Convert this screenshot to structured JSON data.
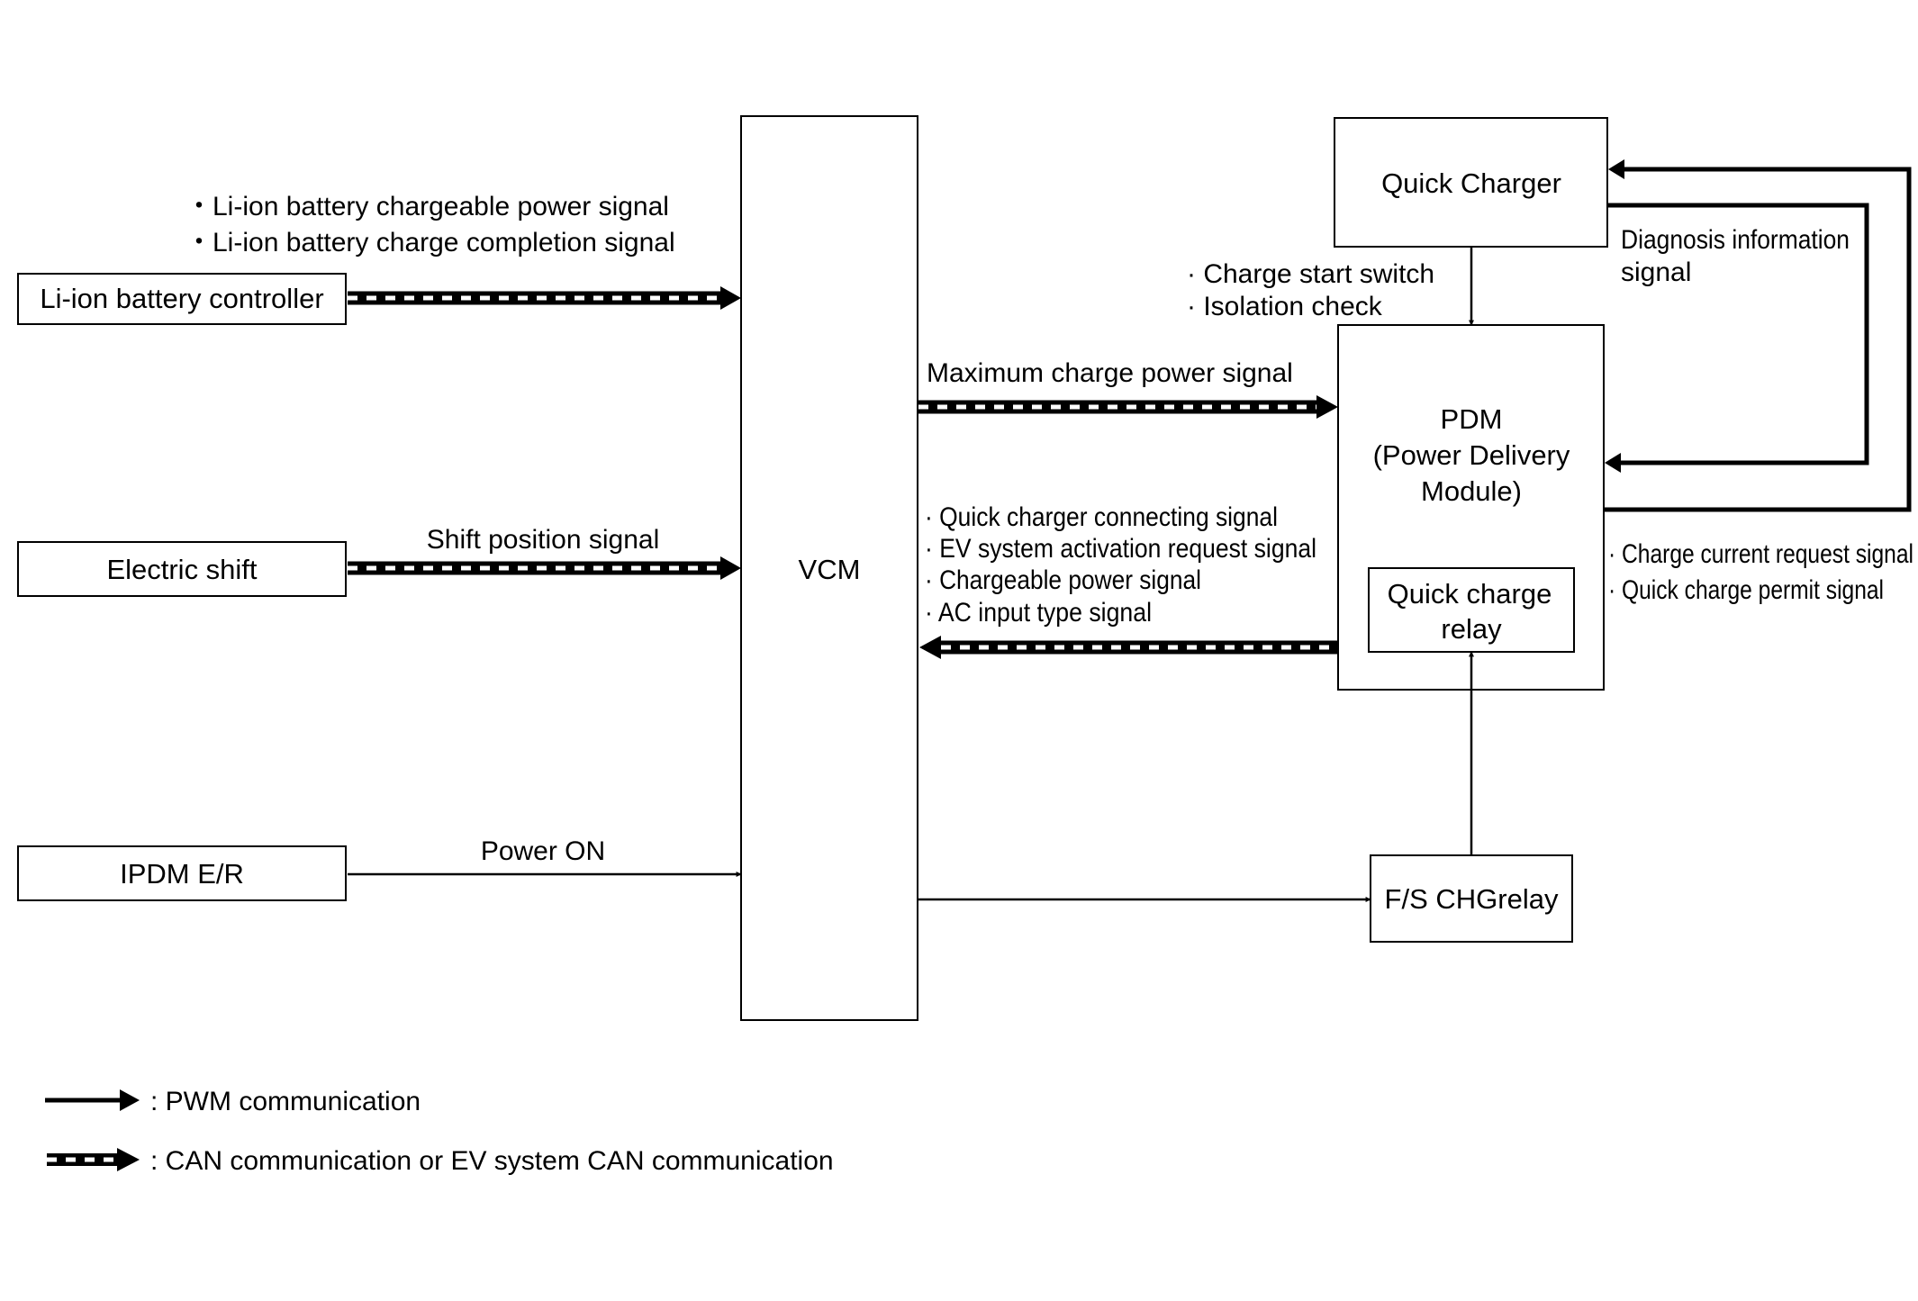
{
  "blocks": {
    "li_ion_controller": "Li-ion battery controller",
    "electric_shift": "Electric shift",
    "ipdm": "IPDM E/R",
    "vcm": "VCM",
    "quick_charger": "Quick Charger",
    "pdm_line1": "PDM",
    "pdm_line2": "(Power Delivery",
    "pdm_line3": "Module)",
    "quick_charge_relay_line1": "Quick charge",
    "quick_charge_relay_line2": "relay",
    "fs_chg_relay": "F/S CHGrelay"
  },
  "signals": {
    "battery_line1": "・Li-ion battery chargeable power signal",
    "battery_line2": "・Li-ion battery charge completion signal",
    "shift_position": "Shift position signal",
    "power_on": "Power ON",
    "charge_start_switch": "· Charge start switch",
    "isolation_check": "· Isolation check",
    "diagnosis_line1": "Diagnosis information",
    "diagnosis_line2": "signal",
    "max_charge_power": "Maximum charge power signal",
    "quick_charger_connecting": "· Quick charger connecting signal",
    "ev_activation_request": "· EV system activation request signal",
    "chargeable_power": "· Chargeable power signal",
    "ac_input_type": "· AC input type signal",
    "charge_current_request": "· Charge current request signal",
    "quick_charge_permit": "· Quick charge permit signal"
  },
  "legend": {
    "pwm": ": PWM communication",
    "can": ": CAN communication or EV system CAN communication"
  }
}
